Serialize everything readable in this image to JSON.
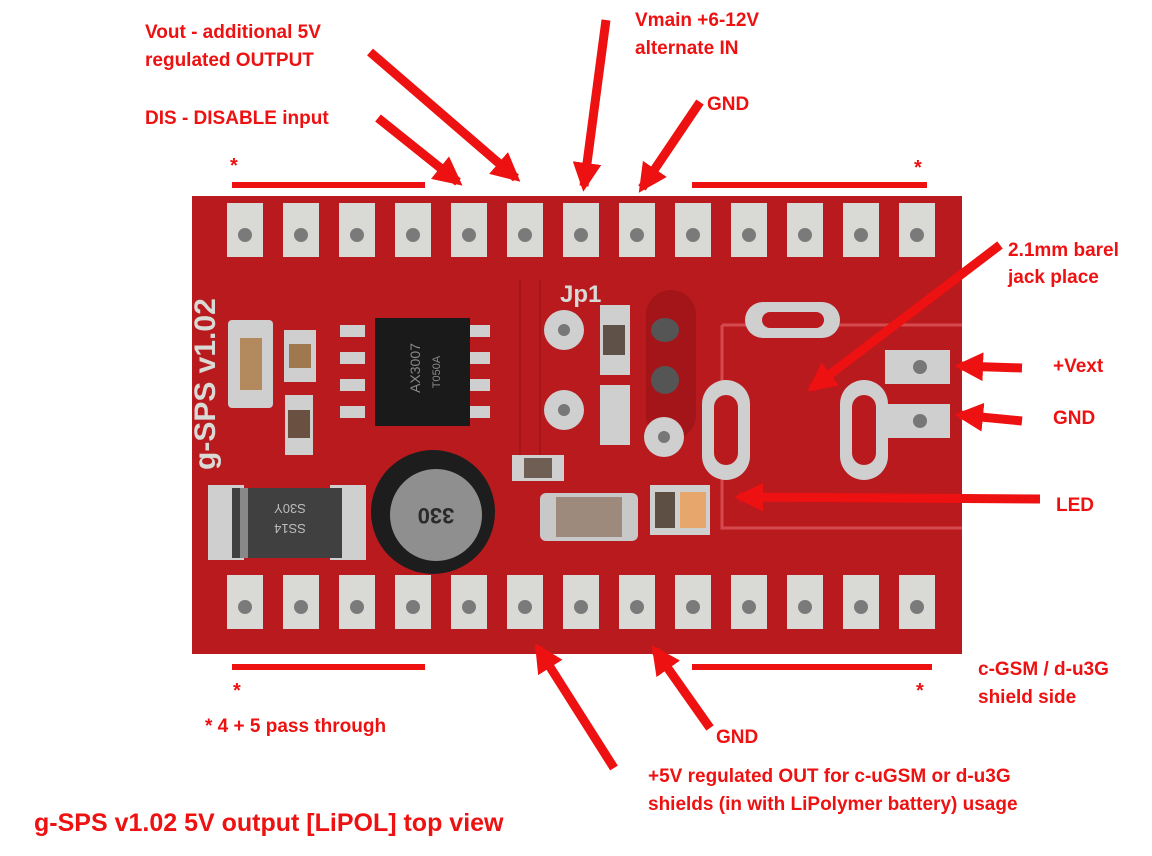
{
  "colors": {
    "annotation": "#ee1111",
    "board": "#b81a1e",
    "pad": "#d9d9d6"
  },
  "labels": {
    "vout_line1": "Vout - additional 5V",
    "vout_line2": "regulated OUTPUT",
    "dis": "DIS - DISABLE input",
    "vmain_line1": "Vmain +6-12V",
    "vmain_line2": "alternate IN",
    "gnd_top": "GND",
    "barrel_line1": "2.1mm barel",
    "barrel_line2": "jack place",
    "vext": "+Vext",
    "gnd_right": "GND",
    "led": "LED",
    "shield_line1": "c-GSM / d-u3G",
    "shield_line2": "shield side",
    "passthrough": "* 4 + 5 pass through",
    "gnd_bottom": "GND",
    "out5v_line1": "+5V regulated OUT for c-uGSM or d-u3G",
    "out5v_line2": "shields (in with LiPolymer battery) usage",
    "title": "g-SPS v1.02 5V output [LiPOL] top view",
    "star": "*"
  },
  "board": {
    "silkscreen_version": "g-SPS v1.02",
    "silkscreen_jp": "Jp1",
    "ic_marking_line1": "AX3007",
    "ic_marking_line2": "T050A",
    "inductor_marking": "330",
    "diode_marking_line1": "SS14",
    "diode_marking_line2": "S30Y"
  }
}
